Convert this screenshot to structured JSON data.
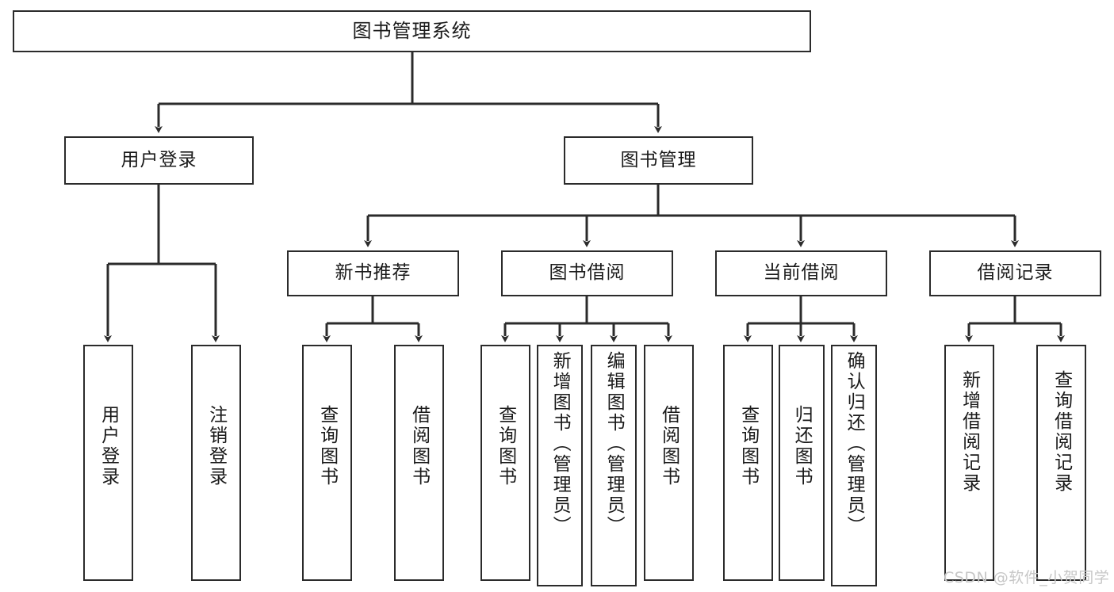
{
  "diagram": {
    "title": "图书管理系统",
    "type": "tree-structure-chart",
    "stroke_color": "#2b2b2b",
    "background_color": "#ffffff",
    "text_color": "#1a1a1a"
  },
  "root": {
    "label": "图书管理系统"
  },
  "level1": [
    {
      "label": "用户登录"
    },
    {
      "label": "图书管理"
    }
  ],
  "level2": [
    {
      "label": "新书推荐"
    },
    {
      "label": "图书借阅"
    },
    {
      "label": "当前借阅"
    },
    {
      "label": "借阅记录"
    }
  ],
  "leaves": {
    "user_login": [
      {
        "label": "用户登录"
      },
      {
        "label": "注销登录"
      }
    ],
    "new_book_recommend": [
      {
        "label": "查询图书"
      },
      {
        "label": "借阅图书"
      }
    ],
    "book_borrow": [
      {
        "label": "查询图书"
      },
      {
        "label": "新增图书（管理员）"
      },
      {
        "label": "编辑图书（管理员）"
      },
      {
        "label": "借阅图书"
      }
    ],
    "current_borrow": [
      {
        "label": "查询图书"
      },
      {
        "label": "归还图书"
      },
      {
        "label": "确认归还（管理员）"
      }
    ],
    "borrow_record": [
      {
        "label": "新增借阅记录"
      },
      {
        "label": "查询借阅记录"
      }
    ]
  },
  "watermark": {
    "text": "CSDN @软件_小贺同学"
  }
}
